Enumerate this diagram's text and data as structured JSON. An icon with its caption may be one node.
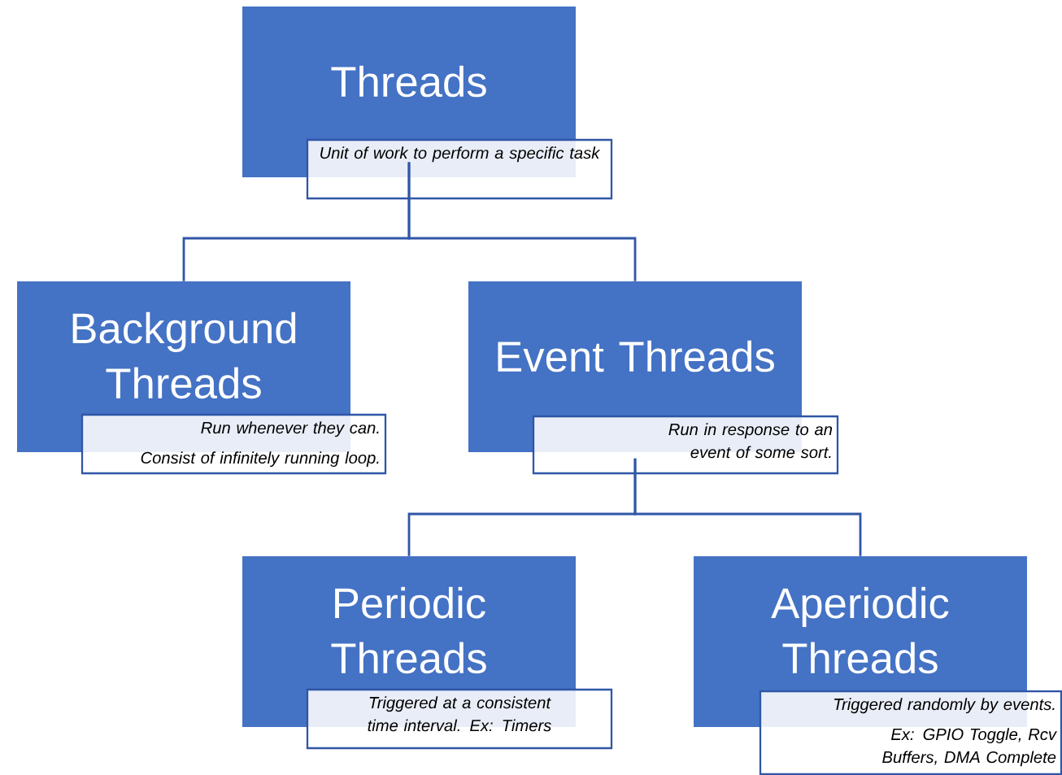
{
  "diagram": {
    "nodes": [
      {
        "text": [
          "Threads",
          "Unit of work to perform a specific task"
        ]
      },
      {
        "text": [
          "Background Threads",
          "Run whenever they can.",
          "Consist of infinitely running loop."
        ]
      },
      {
        "text": [
          "Event Threads",
          "Run in response to an event of some sort."
        ]
      },
      {
        "text": [
          "Periodic Threads",
          "Triggered at a consistent time interval. Ex: Timers"
        ]
      },
      {
        "text": [
          "Aperiodic Threads",
          "Triggered randomly by events.",
          "Ex: GPIO Toggle, Rcv Buffers, DMA Complete"
        ]
      }
    ],
    "edges": [
      {
        "from": 0,
        "to": 1,
        "arrow": "none"
      },
      {
        "from": 0,
        "to": 2,
        "arrow": "none"
      },
      {
        "from": 2,
        "to": 3,
        "arrow": "none"
      },
      {
        "from": 2,
        "to": 4,
        "arrow": "none"
      }
    ]
  }
}
